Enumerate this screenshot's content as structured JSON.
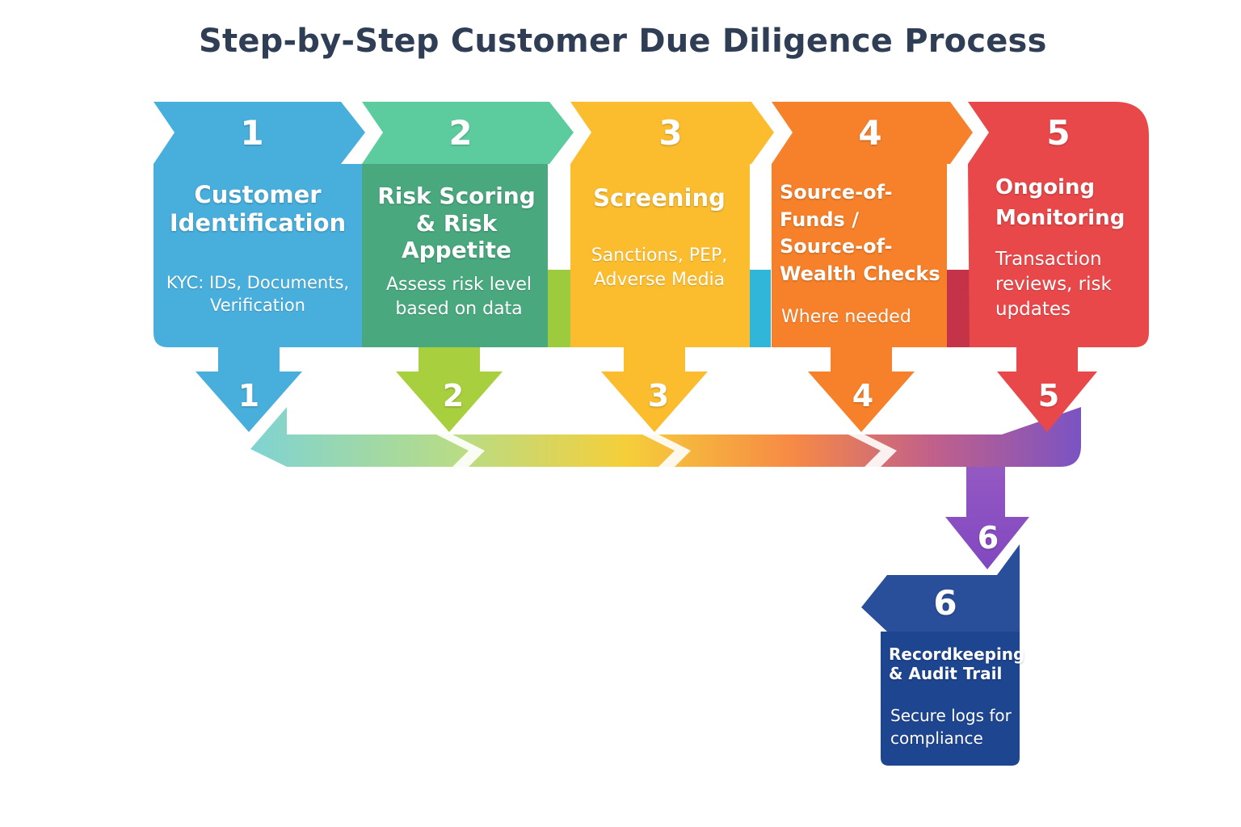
{
  "title": "Step-by-Step Customer Due Diligence Process",
  "steps": [
    {
      "num": "1",
      "title": "Customer Identification",
      "desc": "KYC: IDs, Documents, Verification",
      "color": "#48aedc"
    },
    {
      "num": "2",
      "title": "Risk Scoring & Risk Appetite",
      "desc": "Assess risk level based on data",
      "color": "#4aa87e"
    },
    {
      "num": "3",
      "title": "Screening",
      "desc": "Sanctions, PEP, Adverse Media",
      "color": "#fbbd2e"
    },
    {
      "num": "4",
      "title": "Source-of-Funds / Source-of-Wealth Checks",
      "desc": "Where needed",
      "color": "#f7812a"
    },
    {
      "num": "5",
      "title": "Ongoing Monitoring",
      "desc": "Transaction reviews, risk updates",
      "color": "#e9484a"
    },
    {
      "num": "6",
      "title": "Recordkeeping & Audit Trail",
      "desc": "Secure logs for compliance",
      "color": "#1e4590"
    }
  ],
  "flow_arrows": [
    {
      "num": "1",
      "color": "#48aedc"
    },
    {
      "num": "2",
      "color": "#a8cf3e"
    },
    {
      "num": "3",
      "color": "#fbbd2e"
    },
    {
      "num": "4",
      "color": "#f7812a"
    },
    {
      "num": "5",
      "color": "#e9484a"
    },
    {
      "num": "6",
      "color": "#8d55c2"
    }
  ]
}
